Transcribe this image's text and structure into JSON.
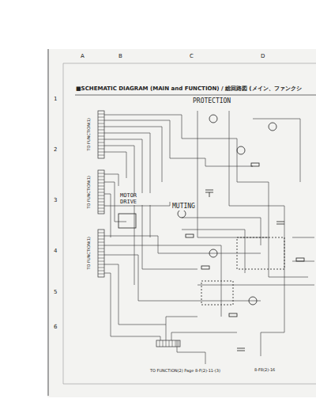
{
  "diagram": {
    "title": "■SCHEMATIC DIAGRAM (MAIN and FUNCTION) / 総回路図 (メイン、ファンクシ",
    "labels": [
      "A",
      "B",
      "C",
      "D",
      "1",
      "2",
      "3",
      "4",
      "5",
      "6",
      "PROTECTION",
      "MOTOR DRIVE",
      "MUTING",
      "TO FUNCTION(1)",
      "TO FUNCTION(1)",
      "TO FUNCTION(1)",
      "TO FUNCTION(2) Page 8-F(2)-11-(3)",
      "8-F8(2)-16"
    ]
  }
}
